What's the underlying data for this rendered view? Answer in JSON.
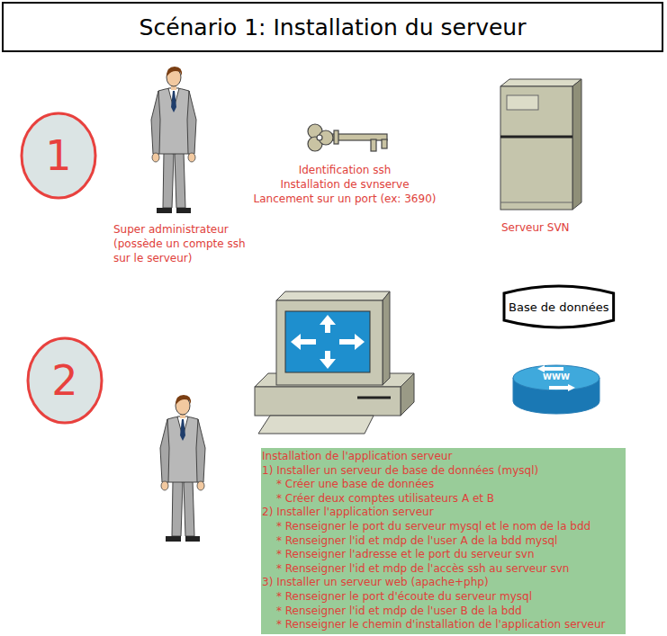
{
  "diagram": {
    "title": "Scénario 1: Installation du serveur",
    "nodes": [
      {
        "text": [
          "1"
        ]
      },
      {
        "text": [
          "Base de données"
        ]
      },
      {
        "text": [
          "2"
        ]
      },
      {
        "text": [
          "Installation de l'application serveur",
          "1) Installer un serveur de base de données (mysql)",
          "* Créer une base de données",
          "* Créer deux comptes utilisateurs A et B",
          "2) Installer l'application serveur",
          "* Renseigner le port du serveur mysql et le nom de la bdd",
          "* Renseigner l'id et mdp de l'user A de la bdd mysql",
          "* Renseigner l'adresse et le port du serveur svn",
          "* Renseigner l'id et mdp de l'accès ssh au serveur svn",
          "3) Installer un serveur web (apache+php)",
          "* Renseigner le port d'écoute du serveur mysql",
          "* Renseigner l'id et mdp de l'user B de la bdd",
          "* Renseigner le chemin d'installation de l'application serveur"
        ]
      }
    ],
    "labels": [
      "Super administrateur (possède un compte ssh sur le serveur)",
      "Identification ssh",
      "Installation de svnserve",
      "Lancement sur un port (ex: 3690)",
      "Serveur SVN",
      "WWW"
    ]
  }
}
